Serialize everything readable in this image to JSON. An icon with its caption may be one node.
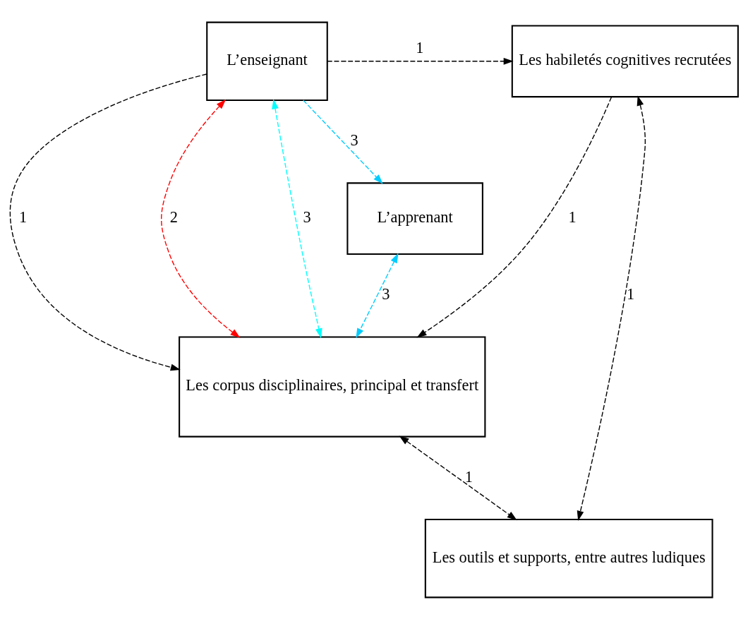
{
  "diagram": {
    "nodes": [
      {
        "text": [
          "L’enseignant"
        ]
      },
      {
        "text": [
          "Les habiletés cognitives recrutées"
        ]
      },
      {
        "text": [
          "Les corpus disciplinaires, principal et transfert"
        ]
      },
      {
        "text": [
          "Les outils et supports, entre autres ludiques"
        ]
      },
      {
        "text": [
          "L’apprenant"
        ]
      }
    ],
    "edges": [
      {
        "from": 0,
        "to": 1,
        "arrow": "to",
        "label": "1",
        "style": "dashed"
      },
      {
        "from": 0,
        "to": 2,
        "arrow": "to",
        "label": "1",
        "style": "dashed"
      },
      {
        "from": 0,
        "to": 2,
        "arrow": "both",
        "label": "2",
        "style": "dashed",
        "color": "#ff0000"
      },
      {
        "from": 0,
        "to": 2,
        "arrow": "both",
        "label": "3",
        "style": "dashed",
        "color": "#00ffff"
      },
      {
        "from": 0,
        "to": 4,
        "arrow": "to",
        "label": "3",
        "style": "dashed",
        "color": "#00ccff"
      },
      {
        "from": 4,
        "to": 2,
        "arrow": "both",
        "label": "3",
        "style": "dashed",
        "color": "#00ccff"
      },
      {
        "from": 1,
        "to": 2,
        "arrow": "to",
        "label": "1",
        "style": "dashed"
      },
      {
        "from": 1,
        "to": 3,
        "arrow": "both",
        "label": "1",
        "style": "dashed"
      },
      {
        "from": 2,
        "to": 3,
        "arrow": "both",
        "label": "1",
        "style": "dashed"
      }
    ]
  }
}
